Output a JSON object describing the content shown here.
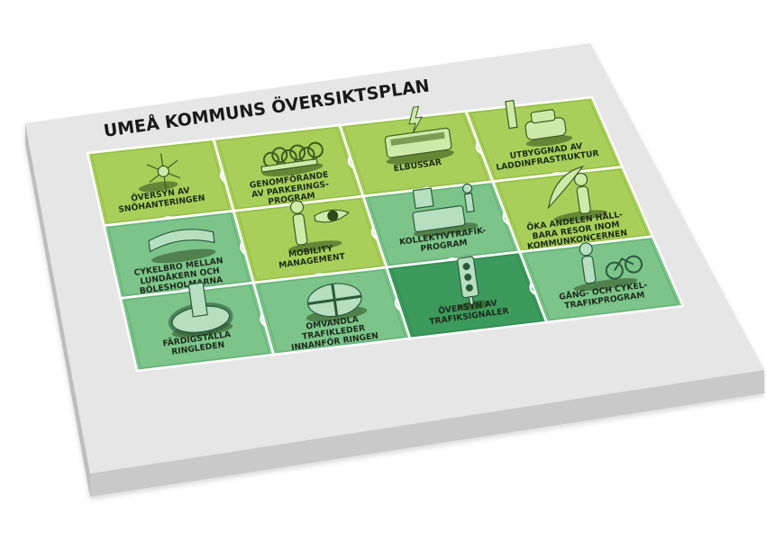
{
  "title": "UMEÅ KOMMUNS ÖVERSIKTSPLAN",
  "colors": {
    "board_top": "#e6e6e6",
    "board_side": "#c9c9c9",
    "light_green": "#a9cf5a",
    "light_green_shade": "#8fb946",
    "mid_green": "#7cc48a",
    "mid_green_shade": "#5fae73",
    "dark_green": "#3c9a5c",
    "seam": "#ffffff"
  },
  "pieces": [
    {
      "id": "snow",
      "lines": [
        "ÖVERSYN AV",
        "SNÖHANTERINGEN"
      ],
      "icon": "snowflake-icon",
      "tone": "light"
    },
    {
      "id": "parking",
      "lines": [
        "GENOMFÖRANDE",
        "AV PARKERINGS-",
        "PROGRAM"
      ],
      "icon": "bicycle-rack-icon",
      "tone": "light"
    },
    {
      "id": "ebus",
      "lines": [
        "ELBUSSAR"
      ],
      "icon": "electric-bus-icon",
      "tone": "light"
    },
    {
      "id": "charging",
      "lines": [
        "UTBYGGNAD AV",
        "LADDINFRASTRUKTUR"
      ],
      "icon": "charging-car-icon",
      "tone": "light"
    },
    {
      "id": "bridge",
      "lines": [
        "CYKELBRO MELLAN",
        "LUNDÅKERN OCH",
        "BÖLESHOLMARNA"
      ],
      "icon": "bridge-icon",
      "tone": "mid"
    },
    {
      "id": "mobility",
      "lines": [
        "MOBILITY",
        "MANAGEMENT"
      ],
      "icon": "person-info-icon",
      "tone": "light"
    },
    {
      "id": "transit",
      "lines": [
        "KOLLEKTIVTRAFIK-",
        "PROGRAM"
      ],
      "icon": "bus-stop-icon",
      "tone": "mid"
    },
    {
      "id": "sustainable",
      "lines": [
        "ÖKA ANDELEN HÅLL-",
        "BARA RESOR INOM",
        "KOMMUNKONCERNEN"
      ],
      "icon": "walking-people-icon",
      "tone": "light"
    },
    {
      "id": "ring",
      "lines": [
        "FÄRDIGSTÄLLA",
        "RINGLEDEN"
      ],
      "icon": "ring-road-icon",
      "tone": "mid"
    },
    {
      "id": "roads",
      "lines": [
        "OMVANDLA",
        "TRAFIKLEDER",
        "INNANFÖR RINGEN"
      ],
      "icon": "roundabout-icon",
      "tone": "mid"
    },
    {
      "id": "signals",
      "lines": [
        "ÖVERSYN AV",
        "TRAFIKSIGNALER"
      ],
      "icon": "traffic-light-icon",
      "tone": "dark"
    },
    {
      "id": "walkbike",
      "lines": [
        "GÅNG- OCH CYKEL-",
        "TRAFIKPROGRAM"
      ],
      "icon": "pedestrian-bicycle-icon",
      "tone": "mid"
    }
  ]
}
